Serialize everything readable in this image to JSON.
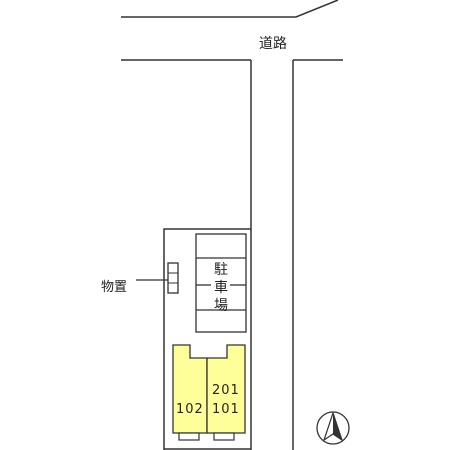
{
  "labels": {
    "road": "道路",
    "storage": "物置",
    "parking": [
      "駐",
      "車",
      "場"
    ]
  },
  "units": {
    "left_lower": "102",
    "right_upper": "201",
    "right_lower": "101"
  },
  "icons": {
    "north": "north-arrow-icon"
  },
  "colors": {
    "line": "#333333",
    "unit_fill": "#ffff99",
    "background": "#ffffff"
  }
}
